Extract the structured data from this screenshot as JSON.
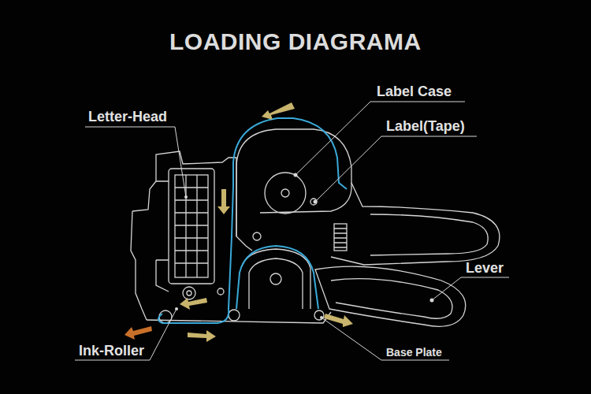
{
  "diagram": {
    "title": "LOADING DIAGRAMA",
    "labels": [
      "Label Case",
      "Label(Tape)",
      "Letter-Head",
      "Lever",
      "Ink-Roller",
      "Base Plate"
    ]
  }
}
